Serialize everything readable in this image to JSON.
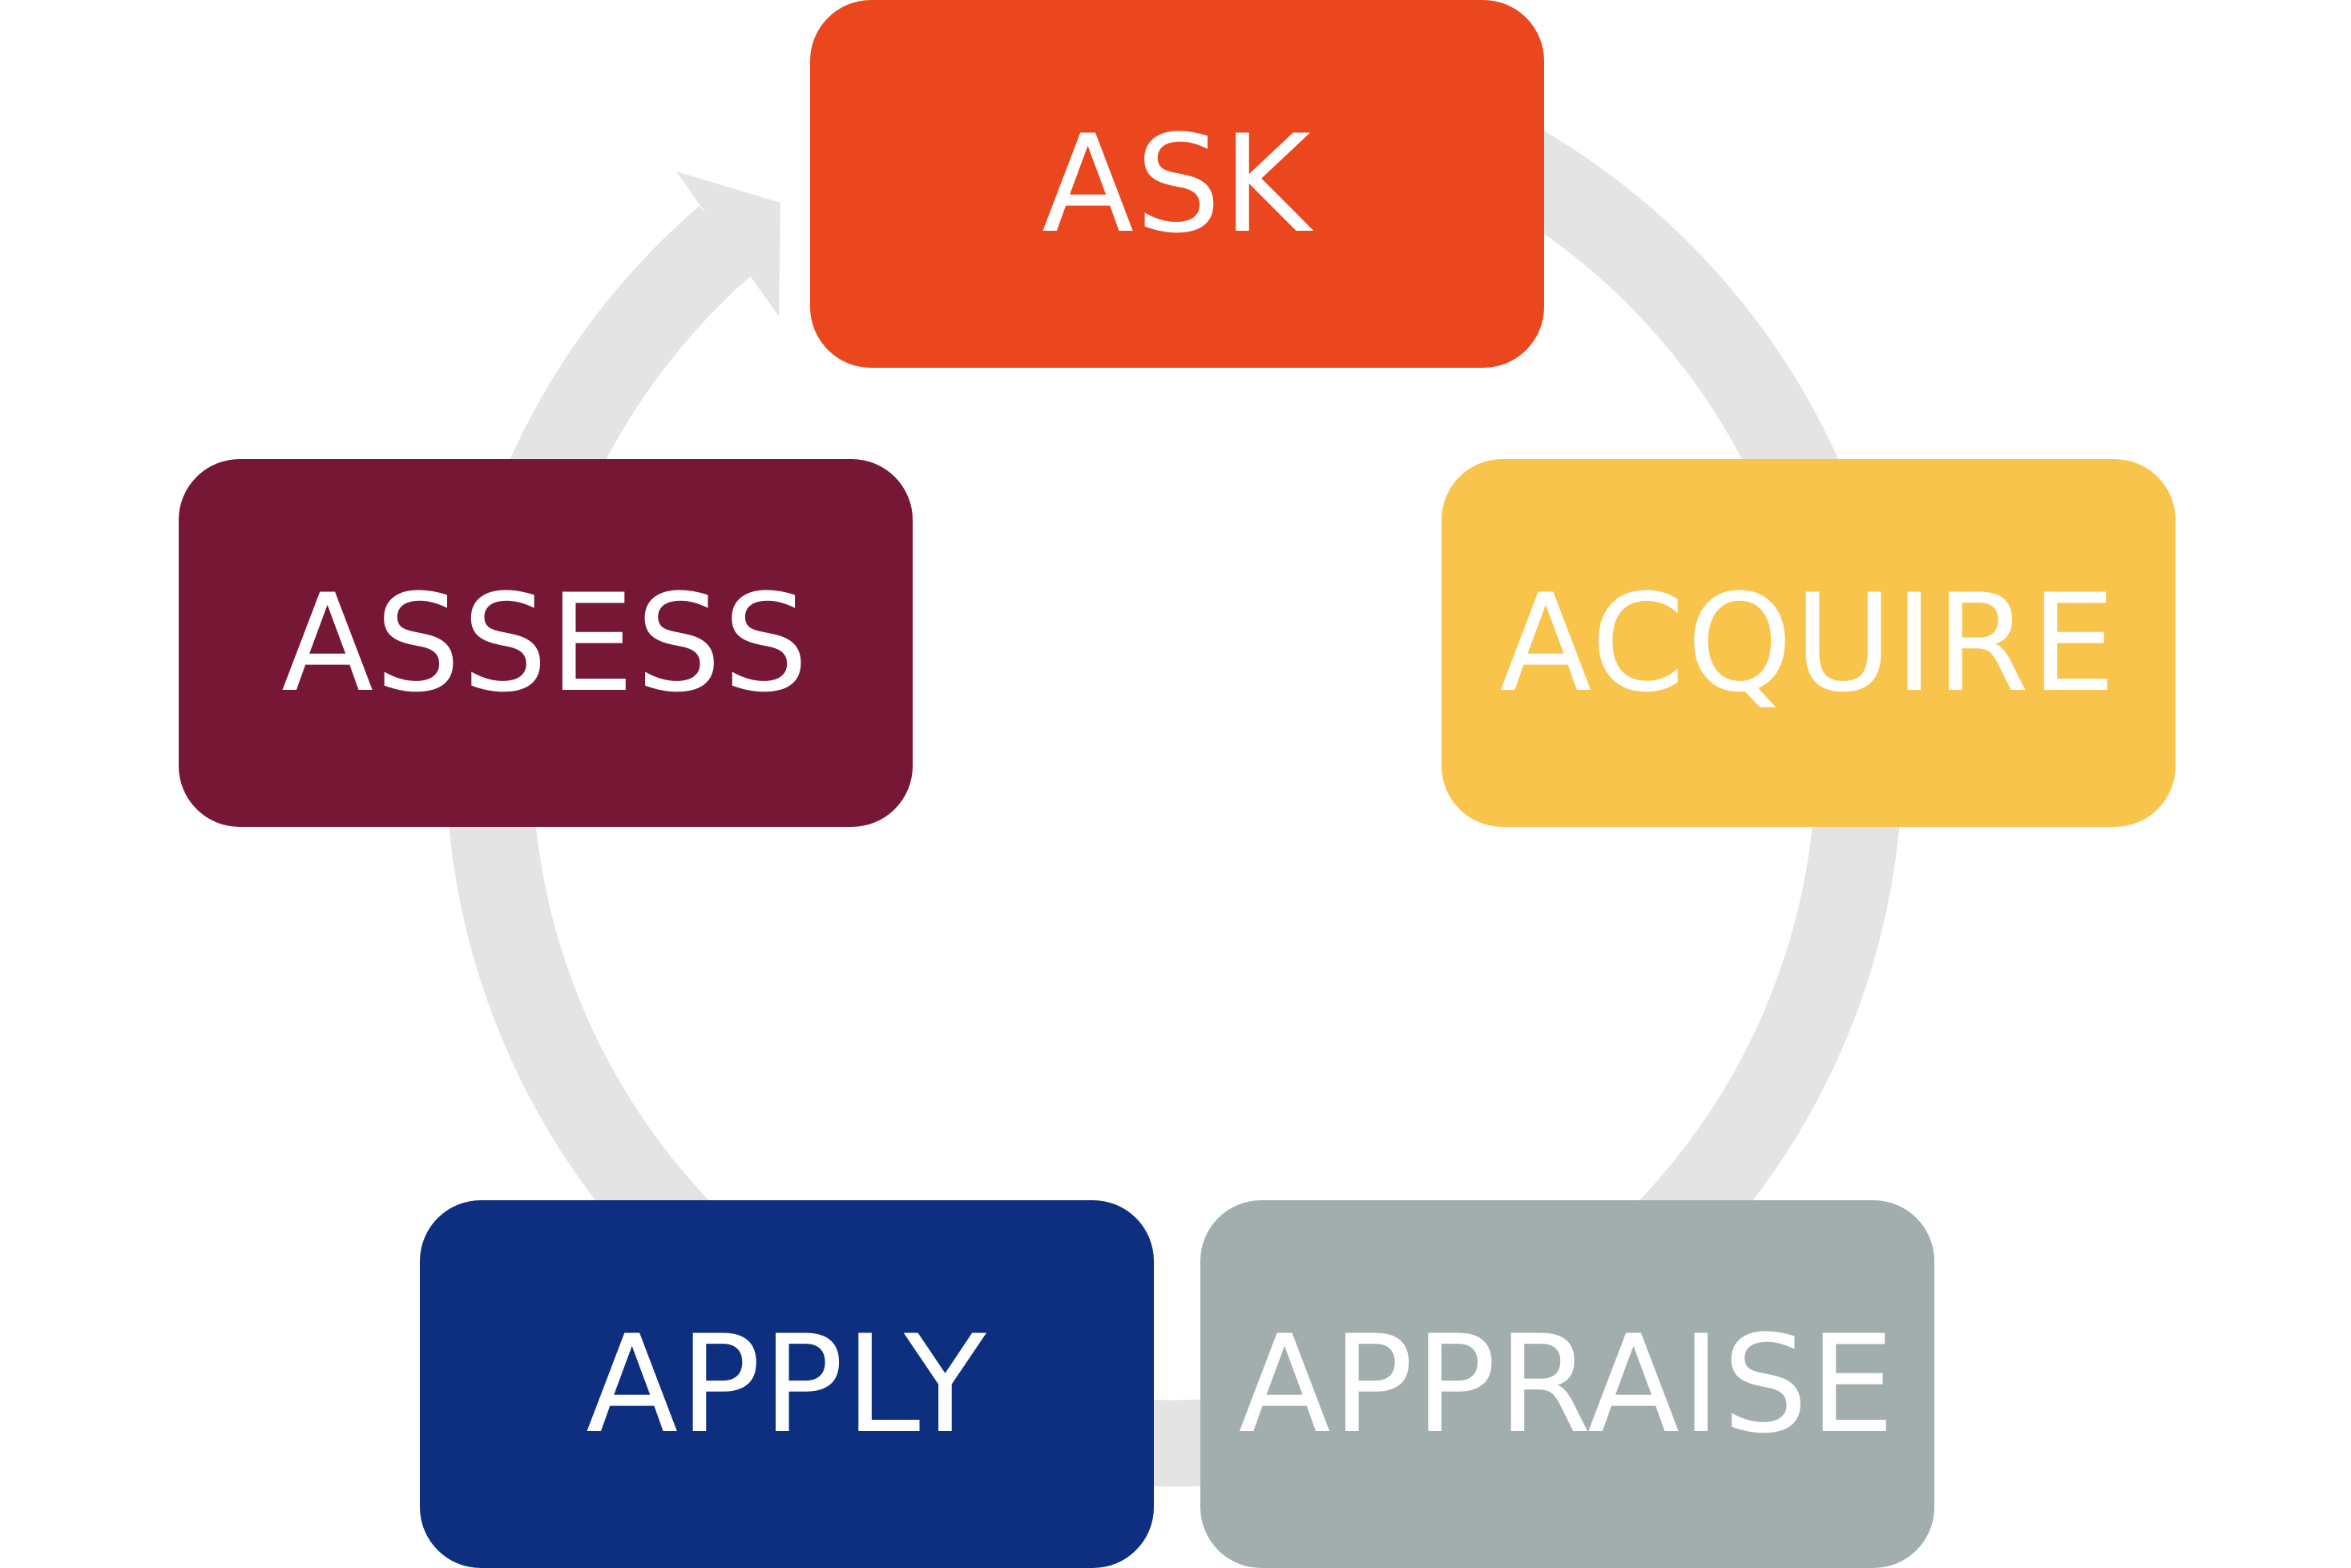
{
  "diagram": {
    "steps": [
      {
        "id": "ask",
        "label": "ASK",
        "color": "#EB471E"
      },
      {
        "id": "acquire",
        "label": "ACQUIRE",
        "color": "#F9C44C"
      },
      {
        "id": "appraise",
        "label": "APPRAISE",
        "color": "#A2AEAD"
      },
      {
        "id": "apply",
        "label": "APPLY",
        "color": "#0E2F80"
      },
      {
        "id": "assess",
        "label": "ASSESS",
        "color": "#761735"
      }
    ],
    "ring_color": "#E4E4E4",
    "arrow_icon": "cycle-arrowhead"
  }
}
